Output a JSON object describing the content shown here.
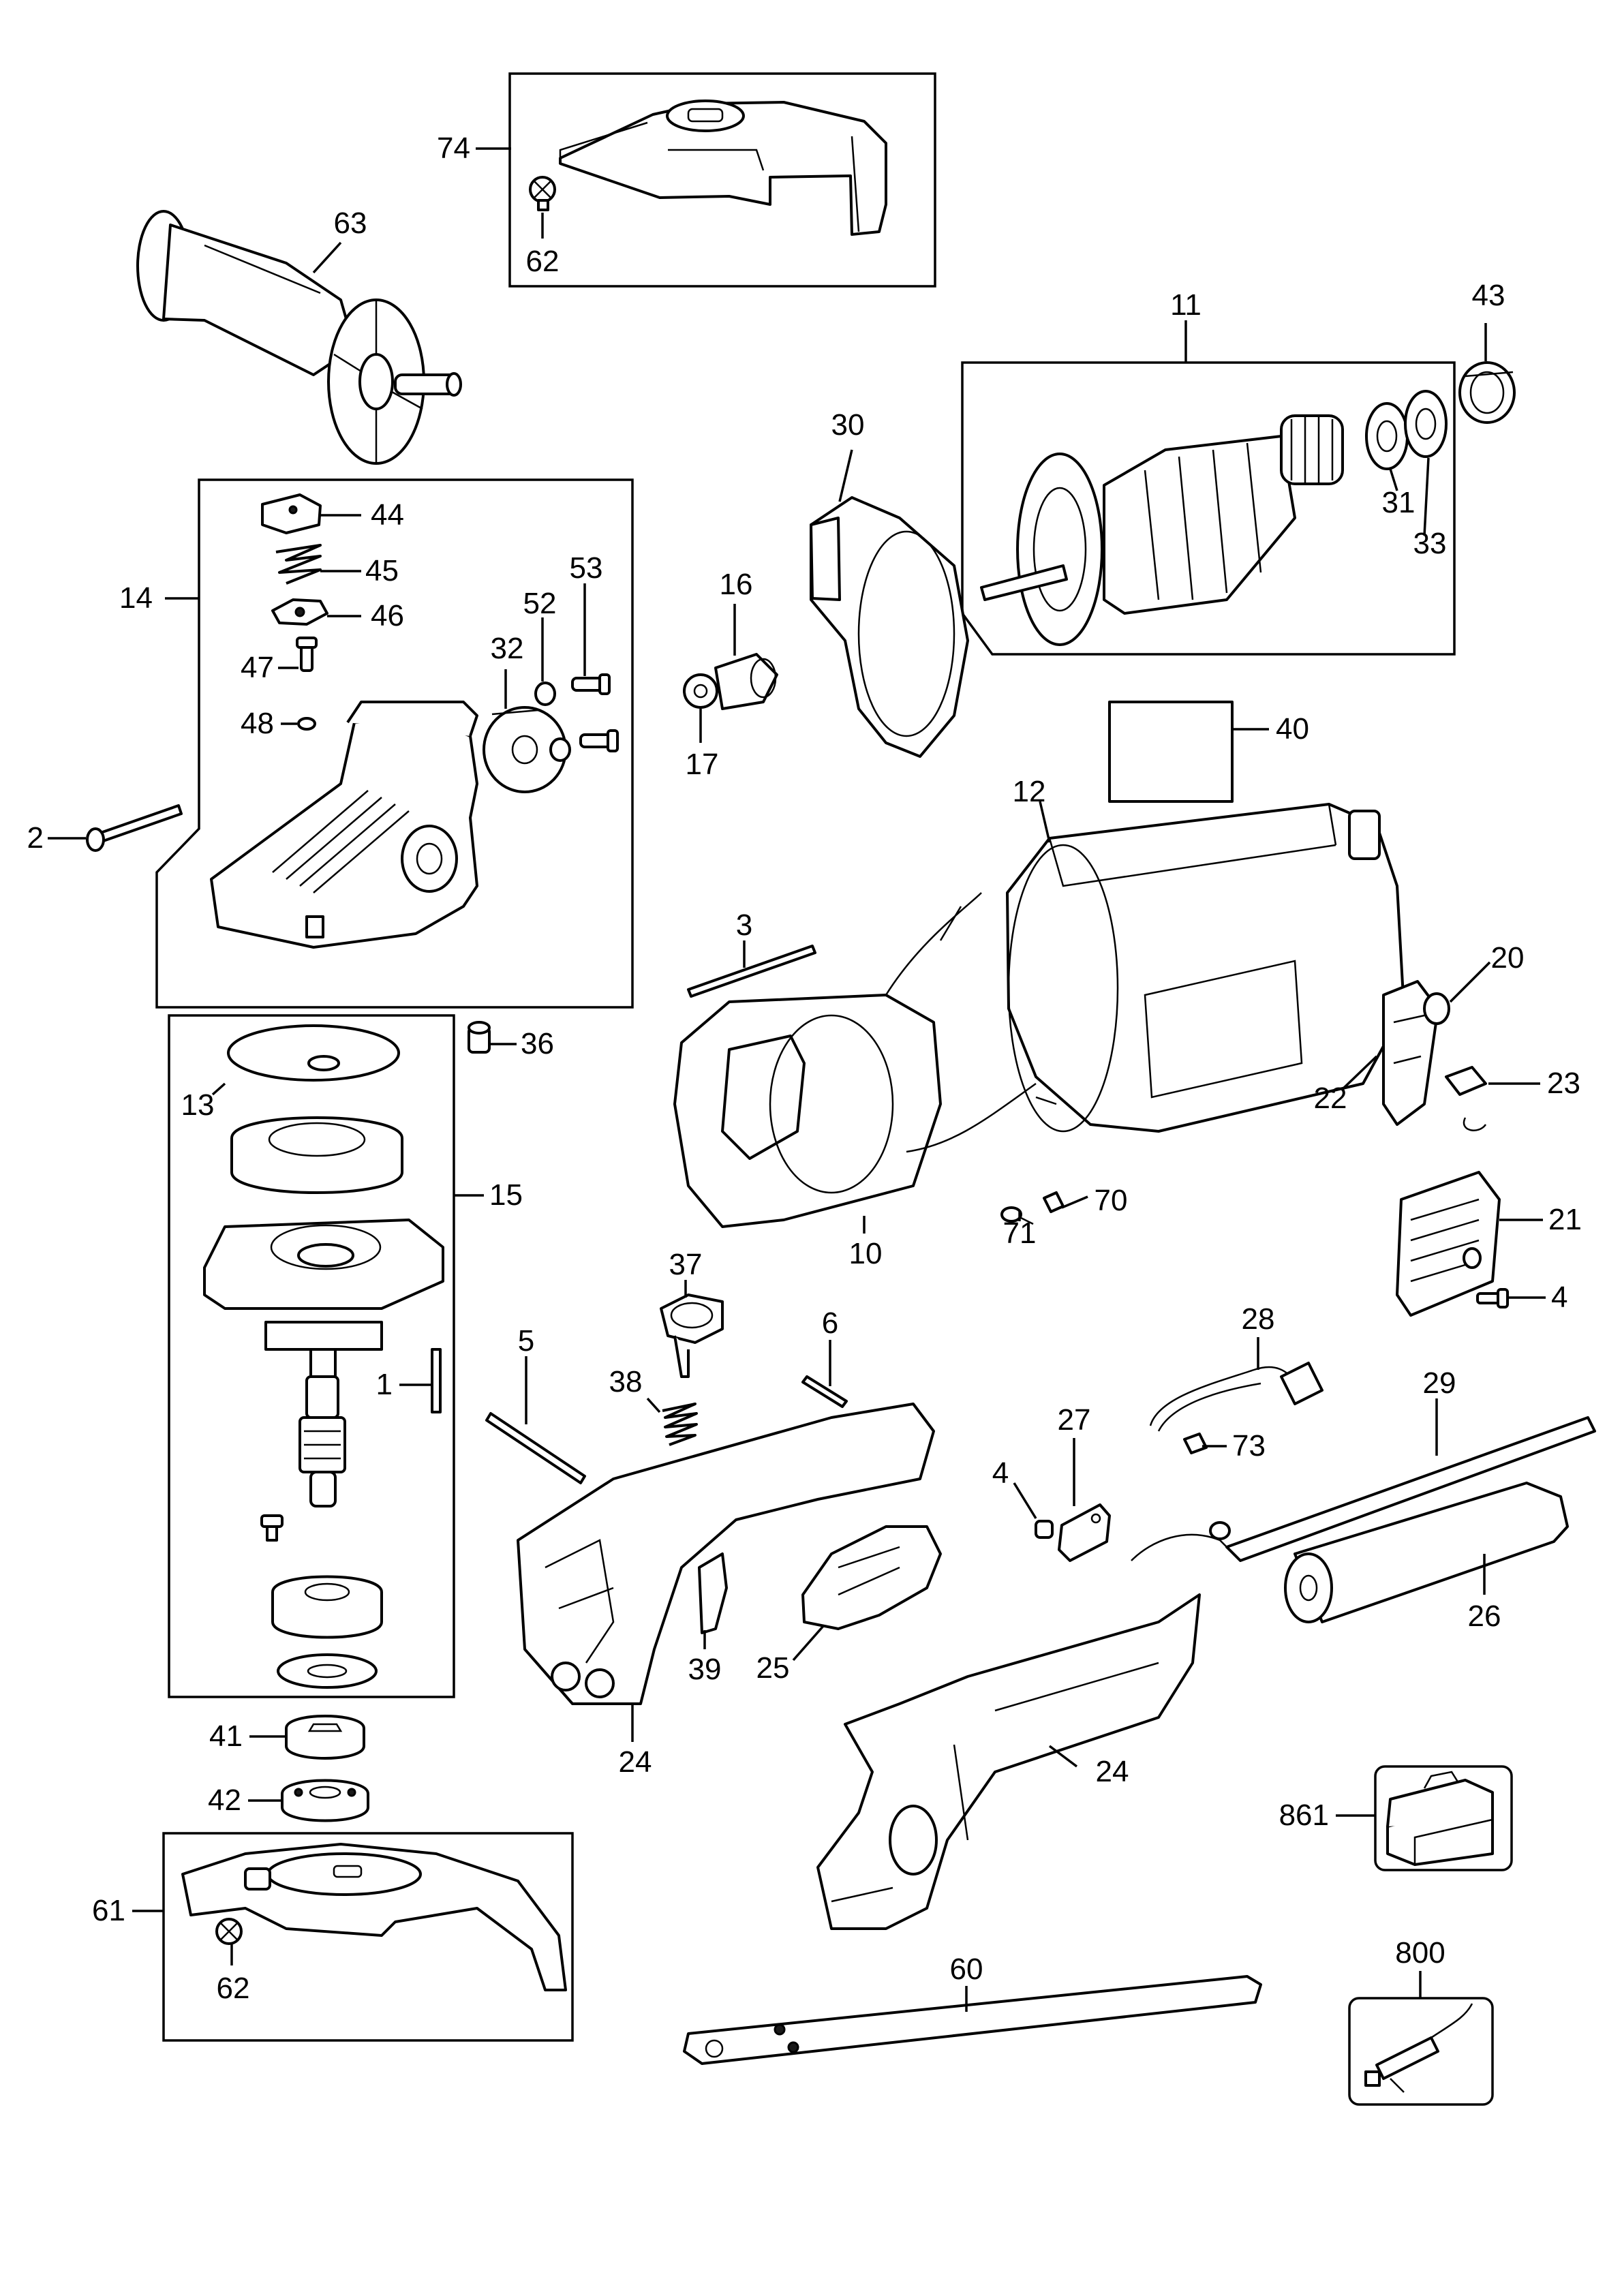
{
  "diagram": {
    "labels": {
      "l74": "74",
      "l62a": "62",
      "l63": "63",
      "l11": "11",
      "l43": "43",
      "l30": "30",
      "l31": "31",
      "l33": "33",
      "l44": "44",
      "l45": "45",
      "l46": "46",
      "l47": "47",
      "l48": "48",
      "l14": "14",
      "l32": "32",
      "l52": "52",
      "l53": "53",
      "l16": "16",
      "l17": "17",
      "l40": "40",
      "l2": "2",
      "l12": "12",
      "l3": "3",
      "l20": "20",
      "l36": "36",
      "l13": "13",
      "l22": "22",
      "l23": "23",
      "l15": "15",
      "l70": "70",
      "l71": "71",
      "l10": "10",
      "l21": "21",
      "l4a": "4",
      "l37": "37",
      "l5": "5",
      "l6": "6",
      "l28": "28",
      "l1": "1",
      "l38": "38",
      "l29": "29",
      "l27": "27",
      "l73": "73",
      "l4b": "4",
      "l26": "26",
      "l39": "39",
      "l25": "25",
      "l41": "41",
      "l24a": "24",
      "l24b": "24",
      "l861": "861",
      "l42": "42",
      "l61": "61",
      "l62b": "62",
      "l60": "60",
      "l800": "800"
    }
  }
}
